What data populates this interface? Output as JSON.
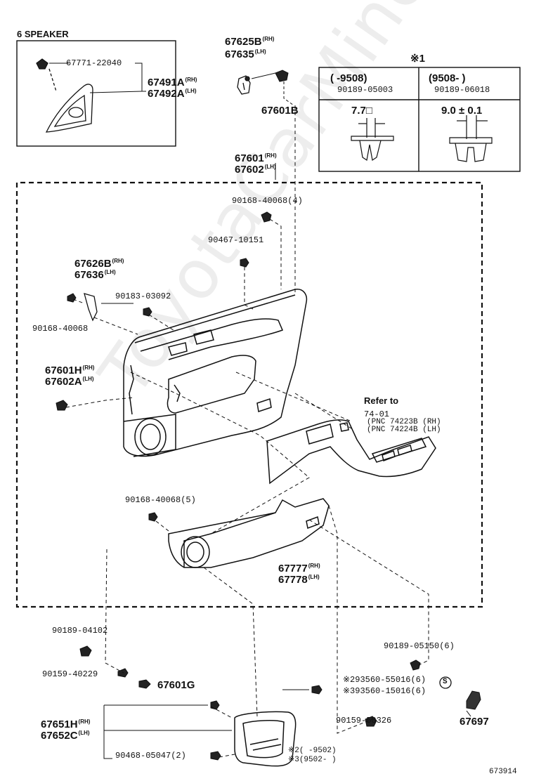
{
  "watermark": "ToyotaCarMine.ru",
  "figure_number": "673914",
  "speaker_box": {
    "title": "6 SPEAKER",
    "screw": "67771-22040",
    "tweeter_rh": "67491A",
    "tweeter_rh_side": "(RH)",
    "tweeter_lh": "67492A",
    "tweeter_lh_side": "(LH)"
  },
  "clip_table": {
    "mark": "※1",
    "col1_range": "(      -9508)",
    "col1_part": "90189-05003",
    "col1_dim": "7.7□",
    "col2_range": "(9508-      )",
    "col2_part": "90189-06018",
    "col2_dim": "9.0 ± 0.1"
  },
  "labels": {
    "p67625b": "67625B",
    "p67625b_side": "(RH)",
    "p67635": "67635",
    "p67635_side": "(LH)",
    "p67601b": "67601B",
    "p67601": "67601",
    "p67601_side": "(RH)",
    "p67602": "67602",
    "p67602_side": "(LH)",
    "p90168_top": "90168-40068(4)",
    "p90467": "90467-10151",
    "p67626b": "67626B",
    "p67626b_side": "(RH)",
    "p67636": "67636",
    "p67636_side": "(LH)",
    "p90183": "90183-03092",
    "p90168_left": "90168-40068",
    "p67601h": "67601H",
    "p67601h_side": "(RH)",
    "p67602a": "67602A",
    "p67602a_side": "(LH)",
    "refer_to": "Refer to",
    "refer_page": "74-01",
    "refer_pnc_rh": "(PNC 74223B (RH)",
    "refer_pnc_lh": "(PNC 74224B (LH)",
    "p90168_mid": "90168-40068(5)",
    "p67777": "67777",
    "p67777_side": "(RH)",
    "p67778": "67778",
    "p67778_side": "(LH)",
    "p90189_04102": "90189-04102",
    "p90159_40229": "90159-40229",
    "p67601g": "67601G",
    "p90189_05150": "90189-05150(6)",
    "p93560_55016": "※293560-55016(6)",
    "p93560_15016": "※393560-15016(6)",
    "s_mark": "S",
    "p90159_50326": "90159-50326",
    "p67651h": "67651H",
    "p67651h_side": "(RH)",
    "p67652c": "67652C",
    "p67652c_side": "(LH)",
    "p90468": "90468-05047(2)",
    "p67697": "67697",
    "note2": "※2(      -9502)",
    "note3": "※3(9502-      )"
  }
}
